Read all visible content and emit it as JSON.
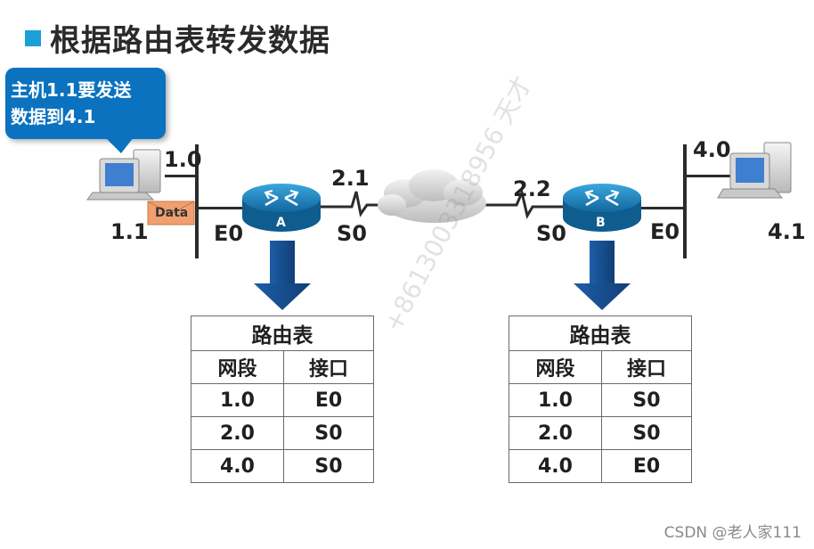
{
  "title": "根据路由表转发数据",
  "callout": {
    "line1": "主机1.1要发送",
    "line2": "数据到4.1"
  },
  "envelope_label": "Data",
  "left_network": {
    "network": "1.0",
    "host": "1.1"
  },
  "right_network": {
    "network": "4.0",
    "host": "4.1"
  },
  "router_a": {
    "name": "A",
    "left_if": "E0",
    "right_if": "S0",
    "serial_addr": "2.1"
  },
  "router_b": {
    "name": "B",
    "left_if": "S0",
    "right_if": "E0",
    "serial_addr": "2.2"
  },
  "table_a": {
    "caption": "路由表",
    "headers": [
      "网段",
      "接口"
    ],
    "rows": [
      [
        "1.0",
        "E0"
      ],
      [
        "2.0",
        "S0"
      ],
      [
        "4.0",
        "S0"
      ]
    ]
  },
  "table_b": {
    "caption": "路由表",
    "headers": [
      "网段",
      "接口"
    ],
    "rows": [
      [
        "1.0",
        "S0"
      ],
      [
        "2.0",
        "S0"
      ],
      [
        "4.0",
        "E0"
      ]
    ]
  },
  "watermark": "+8613003318956 天才",
  "credit": "CSDN @老人家111",
  "colors": {
    "accent": "#1aa0d8",
    "callout": "#0a72bf",
    "arrow": "#1a5aa6",
    "router": "#1e8fc9"
  }
}
